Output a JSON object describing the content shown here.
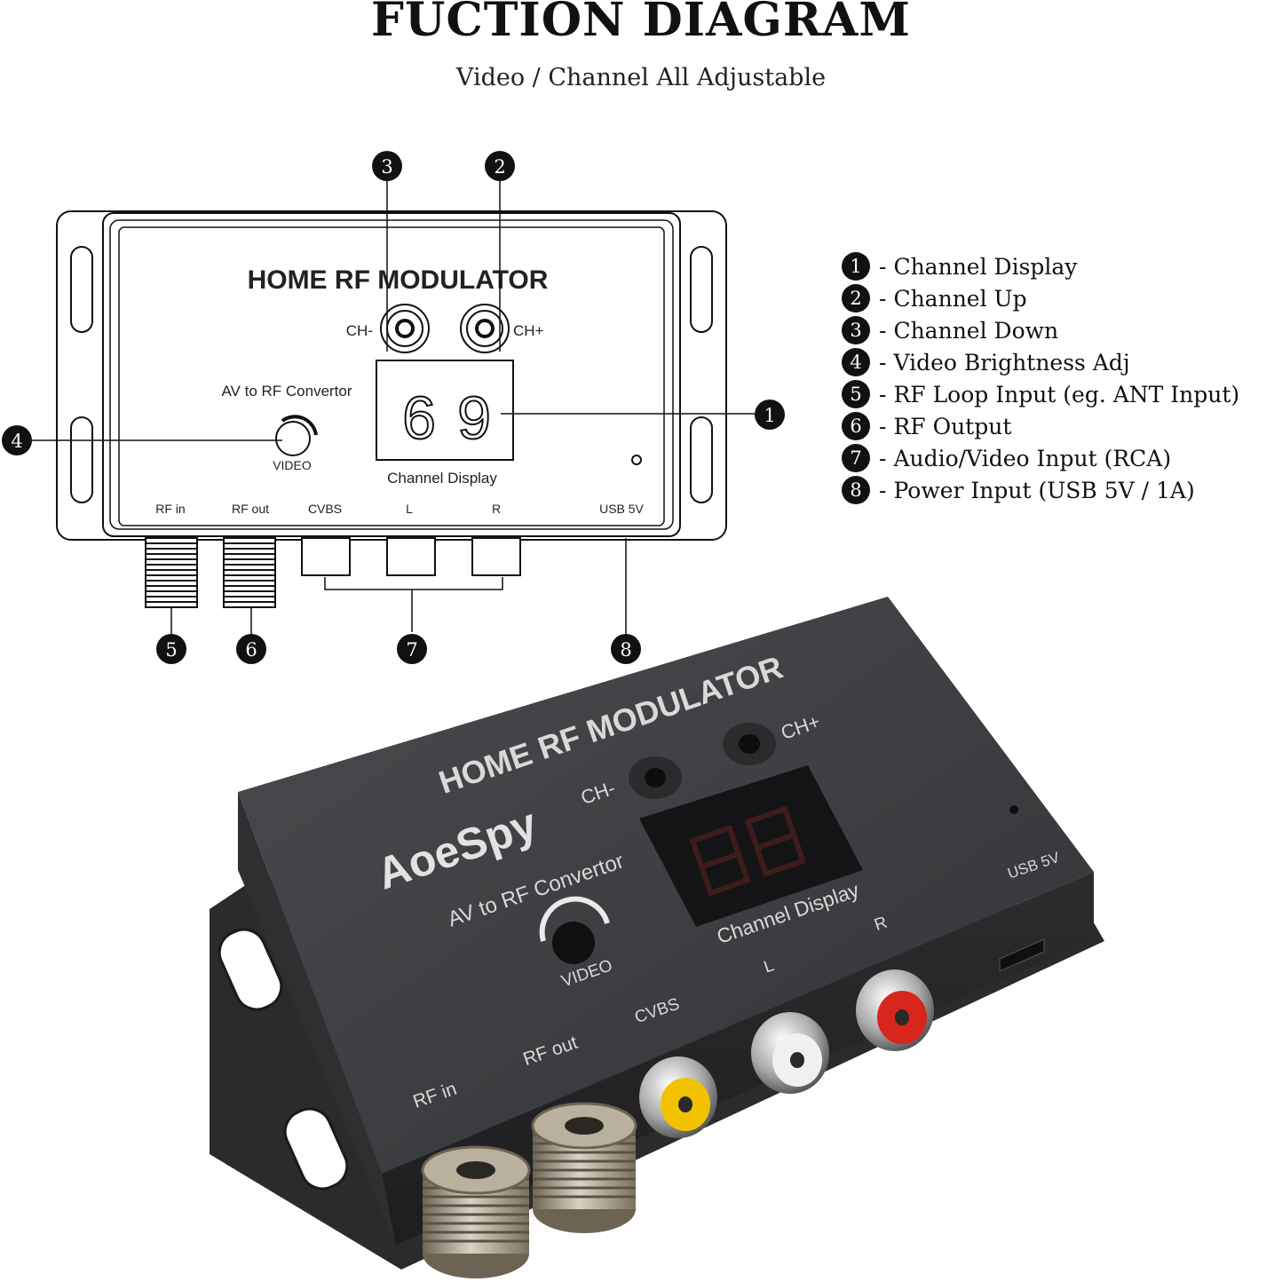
{
  "header": {
    "title": "FUCTION DIAGRAM",
    "subtitle": "Video / Channel All Adjustable"
  },
  "schematic": {
    "brand": "HOME RF MODULATOR",
    "ch_minus": "CH-",
    "ch_plus": "CH+",
    "convertor": "AV to RF Convertor",
    "video": "VIDEO",
    "digit_1": "6",
    "digit_2": "9",
    "channel_display": "Channel Display",
    "port_rf_in": "RF in",
    "port_rf_out": "RF out",
    "port_cvbs": "CVBS",
    "port_l": "L",
    "port_r": "R",
    "port_usb": "USB 5V"
  },
  "callouts": [
    "1",
    "2",
    "3",
    "4",
    "5",
    "6",
    "7",
    "8"
  ],
  "legend": [
    {
      "num": "1",
      "sep": "-",
      "label": "Channel Display"
    },
    {
      "num": "2",
      "sep": "-",
      "label": "Channel Up"
    },
    {
      "num": "3",
      "sep": "-",
      "label": "Channel Down"
    },
    {
      "num": "4",
      "sep": "-",
      "label": "Video Brightness Adj"
    },
    {
      "num": "5",
      "sep": "-",
      "label": "RF Loop Input (eg. ANT Input)"
    },
    {
      "num": "6",
      "sep": "-",
      "label": "RF Output"
    },
    {
      "num": "7",
      "sep": "-",
      "label": "Audio/Video Input (RCA)"
    },
    {
      "num": "8",
      "sep": "-",
      "label": "Power Input (USB 5V / 1A)"
    }
  ],
  "photo": {
    "brand": "HOME RF MODULATOR",
    "logo": "AoeSpy",
    "ch_minus": "CH-",
    "ch_plus": "CH+",
    "convertor": "AV to RF Convertor",
    "video": "VIDEO",
    "channel_display": "Channel Display",
    "port_rf_in": "RF in",
    "port_rf_out": "RF out",
    "port_cvbs": "CVBS",
    "port_l": "L",
    "port_r": "R",
    "port_usb": "USB 5V"
  },
  "colors": {
    "ink": "#111111",
    "device_body": "#3a3b3d",
    "device_text": "#d9d9d9",
    "rca_yellow": "#f2c200",
    "rca_white": "#f0f0f0",
    "rca_red": "#d8261c"
  }
}
